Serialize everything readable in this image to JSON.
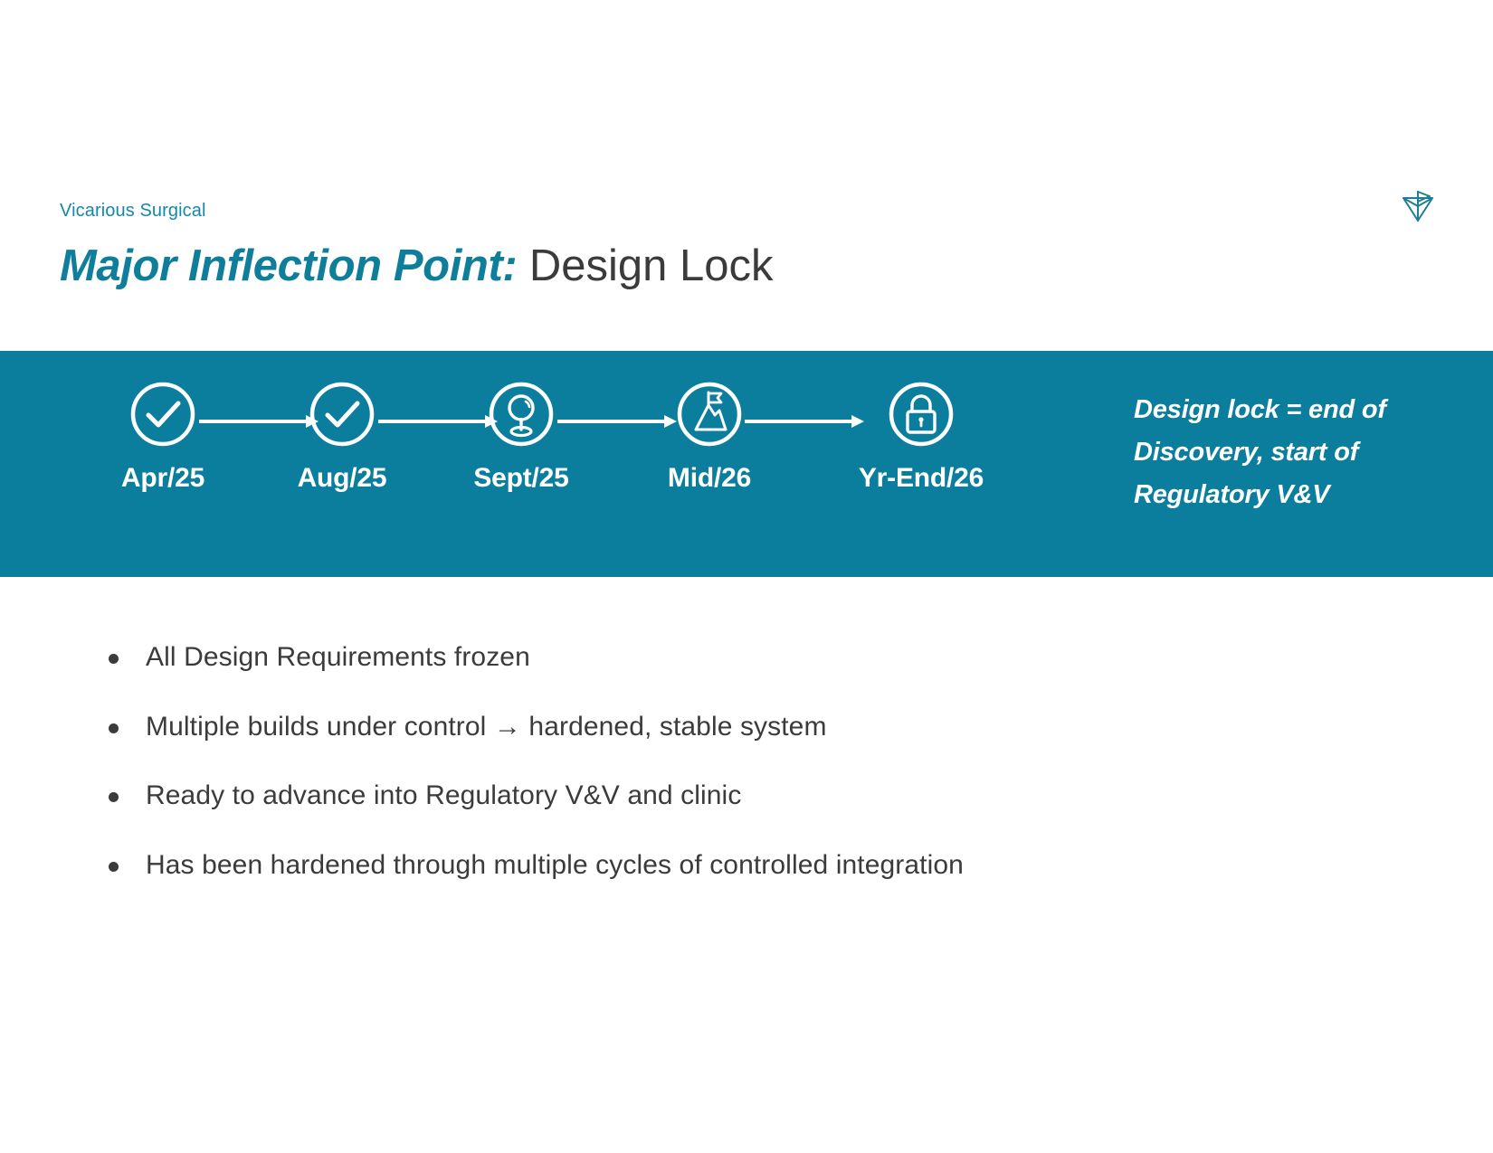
{
  "brand": "Vicarious Surgical",
  "logo": {
    "name": "vicarious-surgical-logo",
    "color": "#1e7e96"
  },
  "title": {
    "emphasis": "Major Inflection Point:",
    "plain": " Design Lock"
  },
  "banner": {
    "background": "#0a7e9c",
    "sidenote": "Design lock = end of Discovery, start of Regulatory V&V",
    "steps": [
      {
        "label": "Apr/25",
        "icon": "check-circle-icon"
      },
      {
        "label": "Aug/25",
        "icon": "check-circle-icon"
      },
      {
        "label": "Sept/25",
        "icon": "magnifier-stand-icon"
      },
      {
        "label": "Mid/26",
        "icon": "mountain-flag-icon"
      },
      {
        "label": "Yr-End/26",
        "icon": "padlock-icon"
      }
    ]
  },
  "bullets": [
    "All Design Requirements frozen",
    "Multiple builds under control → hardened, stable system",
    "Ready to advance into Regulatory V&V and clinic",
    "Has been hardened through multiple cycles of controlled integration"
  ]
}
